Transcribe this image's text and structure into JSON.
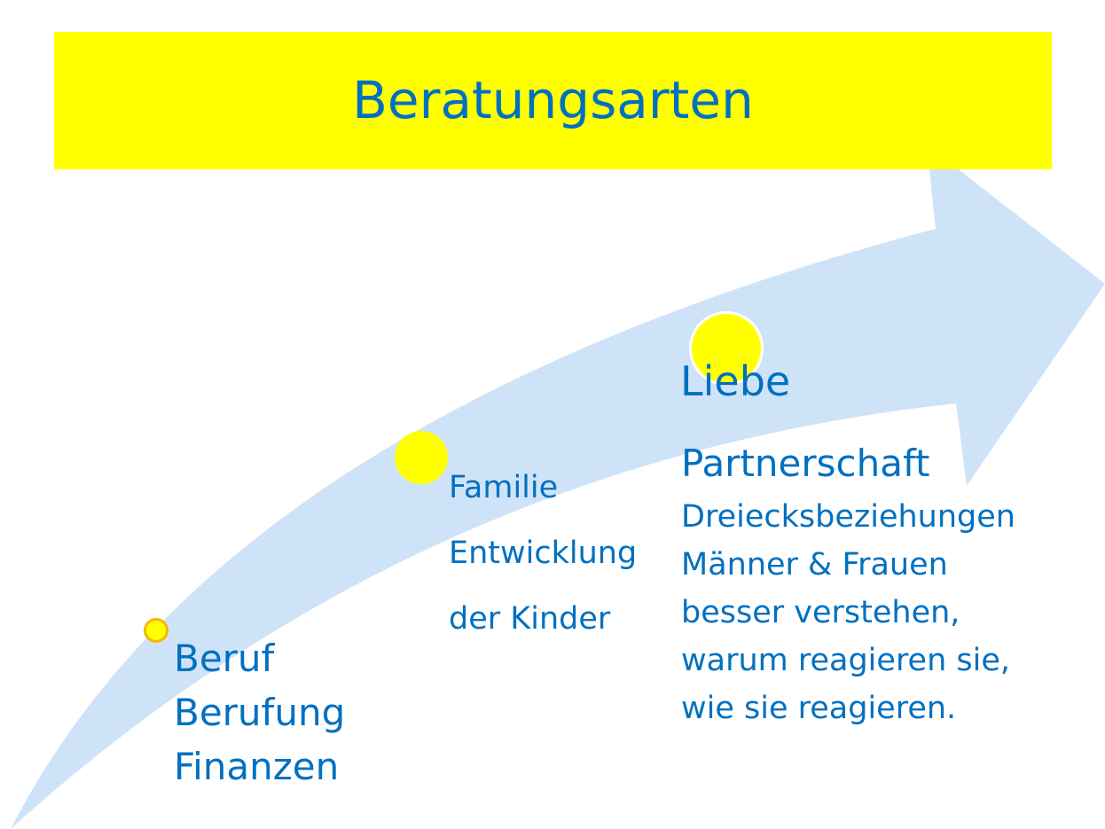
{
  "title": "Beratungsarten",
  "colors": {
    "banner": "#ffff00",
    "text": "#0070c0",
    "arrow": "#cfe3f8",
    "dot": "#ffff00",
    "dot_outline": "#f5b800"
  },
  "stages": {
    "beruf": {
      "lines": [
        "Beruf",
        "Berufung",
        "Finanzen"
      ]
    },
    "familie": {
      "lines": [
        "Familie",
        "Entwicklung",
        "der Kinder"
      ]
    },
    "liebe": {
      "heading": "Liebe",
      "subheading": "Partnerschaft",
      "details": [
        "Dreiecksbeziehungen",
        "Männer & Frauen",
        "besser verstehen,",
        "warum reagieren sie,",
        "wie sie reagieren."
      ]
    }
  }
}
